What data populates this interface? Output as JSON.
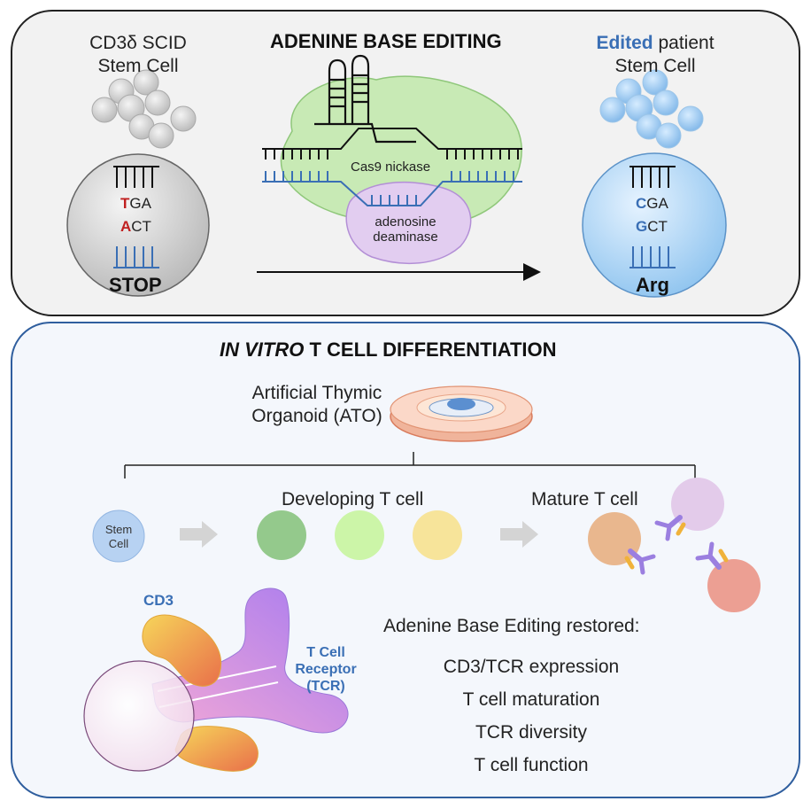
{
  "top": {
    "left_title": [
      "CD3δ SCID",
      "Stem Cell"
    ],
    "center_title": "ADENINE BASE EDITING",
    "right_title_highlight": "Edited",
    "right_title_rest": " patient",
    "right_title_line2": "Stem Cell",
    "cas9_label": "Cas9 nickase",
    "deaminase_label": [
      "adenosine",
      "deaminase"
    ],
    "left_codon_top_mark": "T",
    "left_codon_top_rest": "GA",
    "left_codon_bottom_mark": "A",
    "left_codon_bottom_rest": "CT",
    "left_result": "STOP",
    "right_codon_top_mark": "C",
    "right_codon_top_rest": "GA",
    "right_codon_bottom_mark": "G",
    "right_codon_bottom_rest": "CT",
    "right_result": "Arg"
  },
  "bottom": {
    "title_italic": "IN VITRO",
    "title_rest": " T CELL DIFFERENTIATION",
    "ato_label": [
      "Artificial Thymic",
      "Organoid (ATO)"
    ],
    "stem_cell_label": [
      "Stem",
      "Cell"
    ],
    "developing_label": "Developing T cell",
    "mature_label": "Mature T cell",
    "cd3_label": "CD3",
    "tcr_label": [
      "T Cell",
      "Receptor",
      "(TCR)"
    ],
    "results_heading": "Adenine Base Editing restored:",
    "results": [
      "CD3/TCR expression",
      "T cell maturation",
      "TCR diversity",
      "T cell function"
    ]
  },
  "colors": {
    "accent_blue": "#3a6fb5",
    "mutation_red": "#c02020",
    "top_panel_bg": "#f2f2f2",
    "bottom_panel_bg": "#f4f7fc"
  }
}
